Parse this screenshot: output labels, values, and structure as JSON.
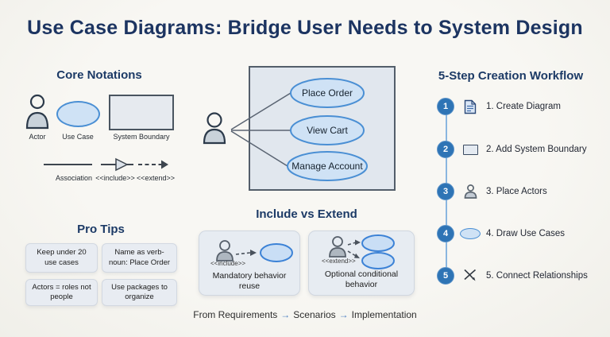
{
  "title": "Use Case Diagrams: Bridge User Needs to System Design",
  "core_notations": {
    "heading": "Core Notations",
    "actor_label": "Actor",
    "use_case_label": "Use Case",
    "system_boundary_label": "System Boundary",
    "association_label": "Association",
    "include_label": "<<include>>",
    "extend_label": "<<extend>>"
  },
  "main_diagram": {
    "use_cases": [
      "Place Order",
      "View Cart",
      "Manage Account"
    ]
  },
  "workflow": {
    "heading": "5-Step Creation Workflow",
    "steps": [
      {
        "number": "1",
        "label": "1. Create Diagram"
      },
      {
        "number": "2",
        "label": "2. Add System Boundary"
      },
      {
        "number": "3",
        "label": "3. Place Actors"
      },
      {
        "number": "4",
        "label": "4. Draw Use Cases"
      },
      {
        "number": "5",
        "label": "5. Connect Relationships"
      }
    ]
  },
  "pro_tips": {
    "heading": "Pro Tips",
    "tips": [
      "Keep under 20 use cases",
      "Name as verb-noun: Place Order",
      "Actors = roles not people",
      "Use packages to organize"
    ]
  },
  "include_vs_extend": {
    "heading": "Include vs Extend",
    "include": {
      "tag": "<<include>>",
      "description": "Mandatory behavior reuse"
    },
    "extend": {
      "tag": "<<extend>>",
      "description": "Optional conditional behavior"
    }
  },
  "footer": {
    "part1": "From Requirements",
    "part2": "Scenarios",
    "part3": "Implementation",
    "arrow": "→"
  },
  "colors": {
    "background": "#f5f4ef",
    "heading_navy": "#1c3a66",
    "ellipse_fill": "#cfe2f5",
    "ellipse_border": "#4a8fd4",
    "badge_blue": "#2e74b5",
    "workflow_line": "#8ab6e0",
    "card_fill": "#e7ecf2",
    "arrow_blue": "#4a7fc1"
  }
}
